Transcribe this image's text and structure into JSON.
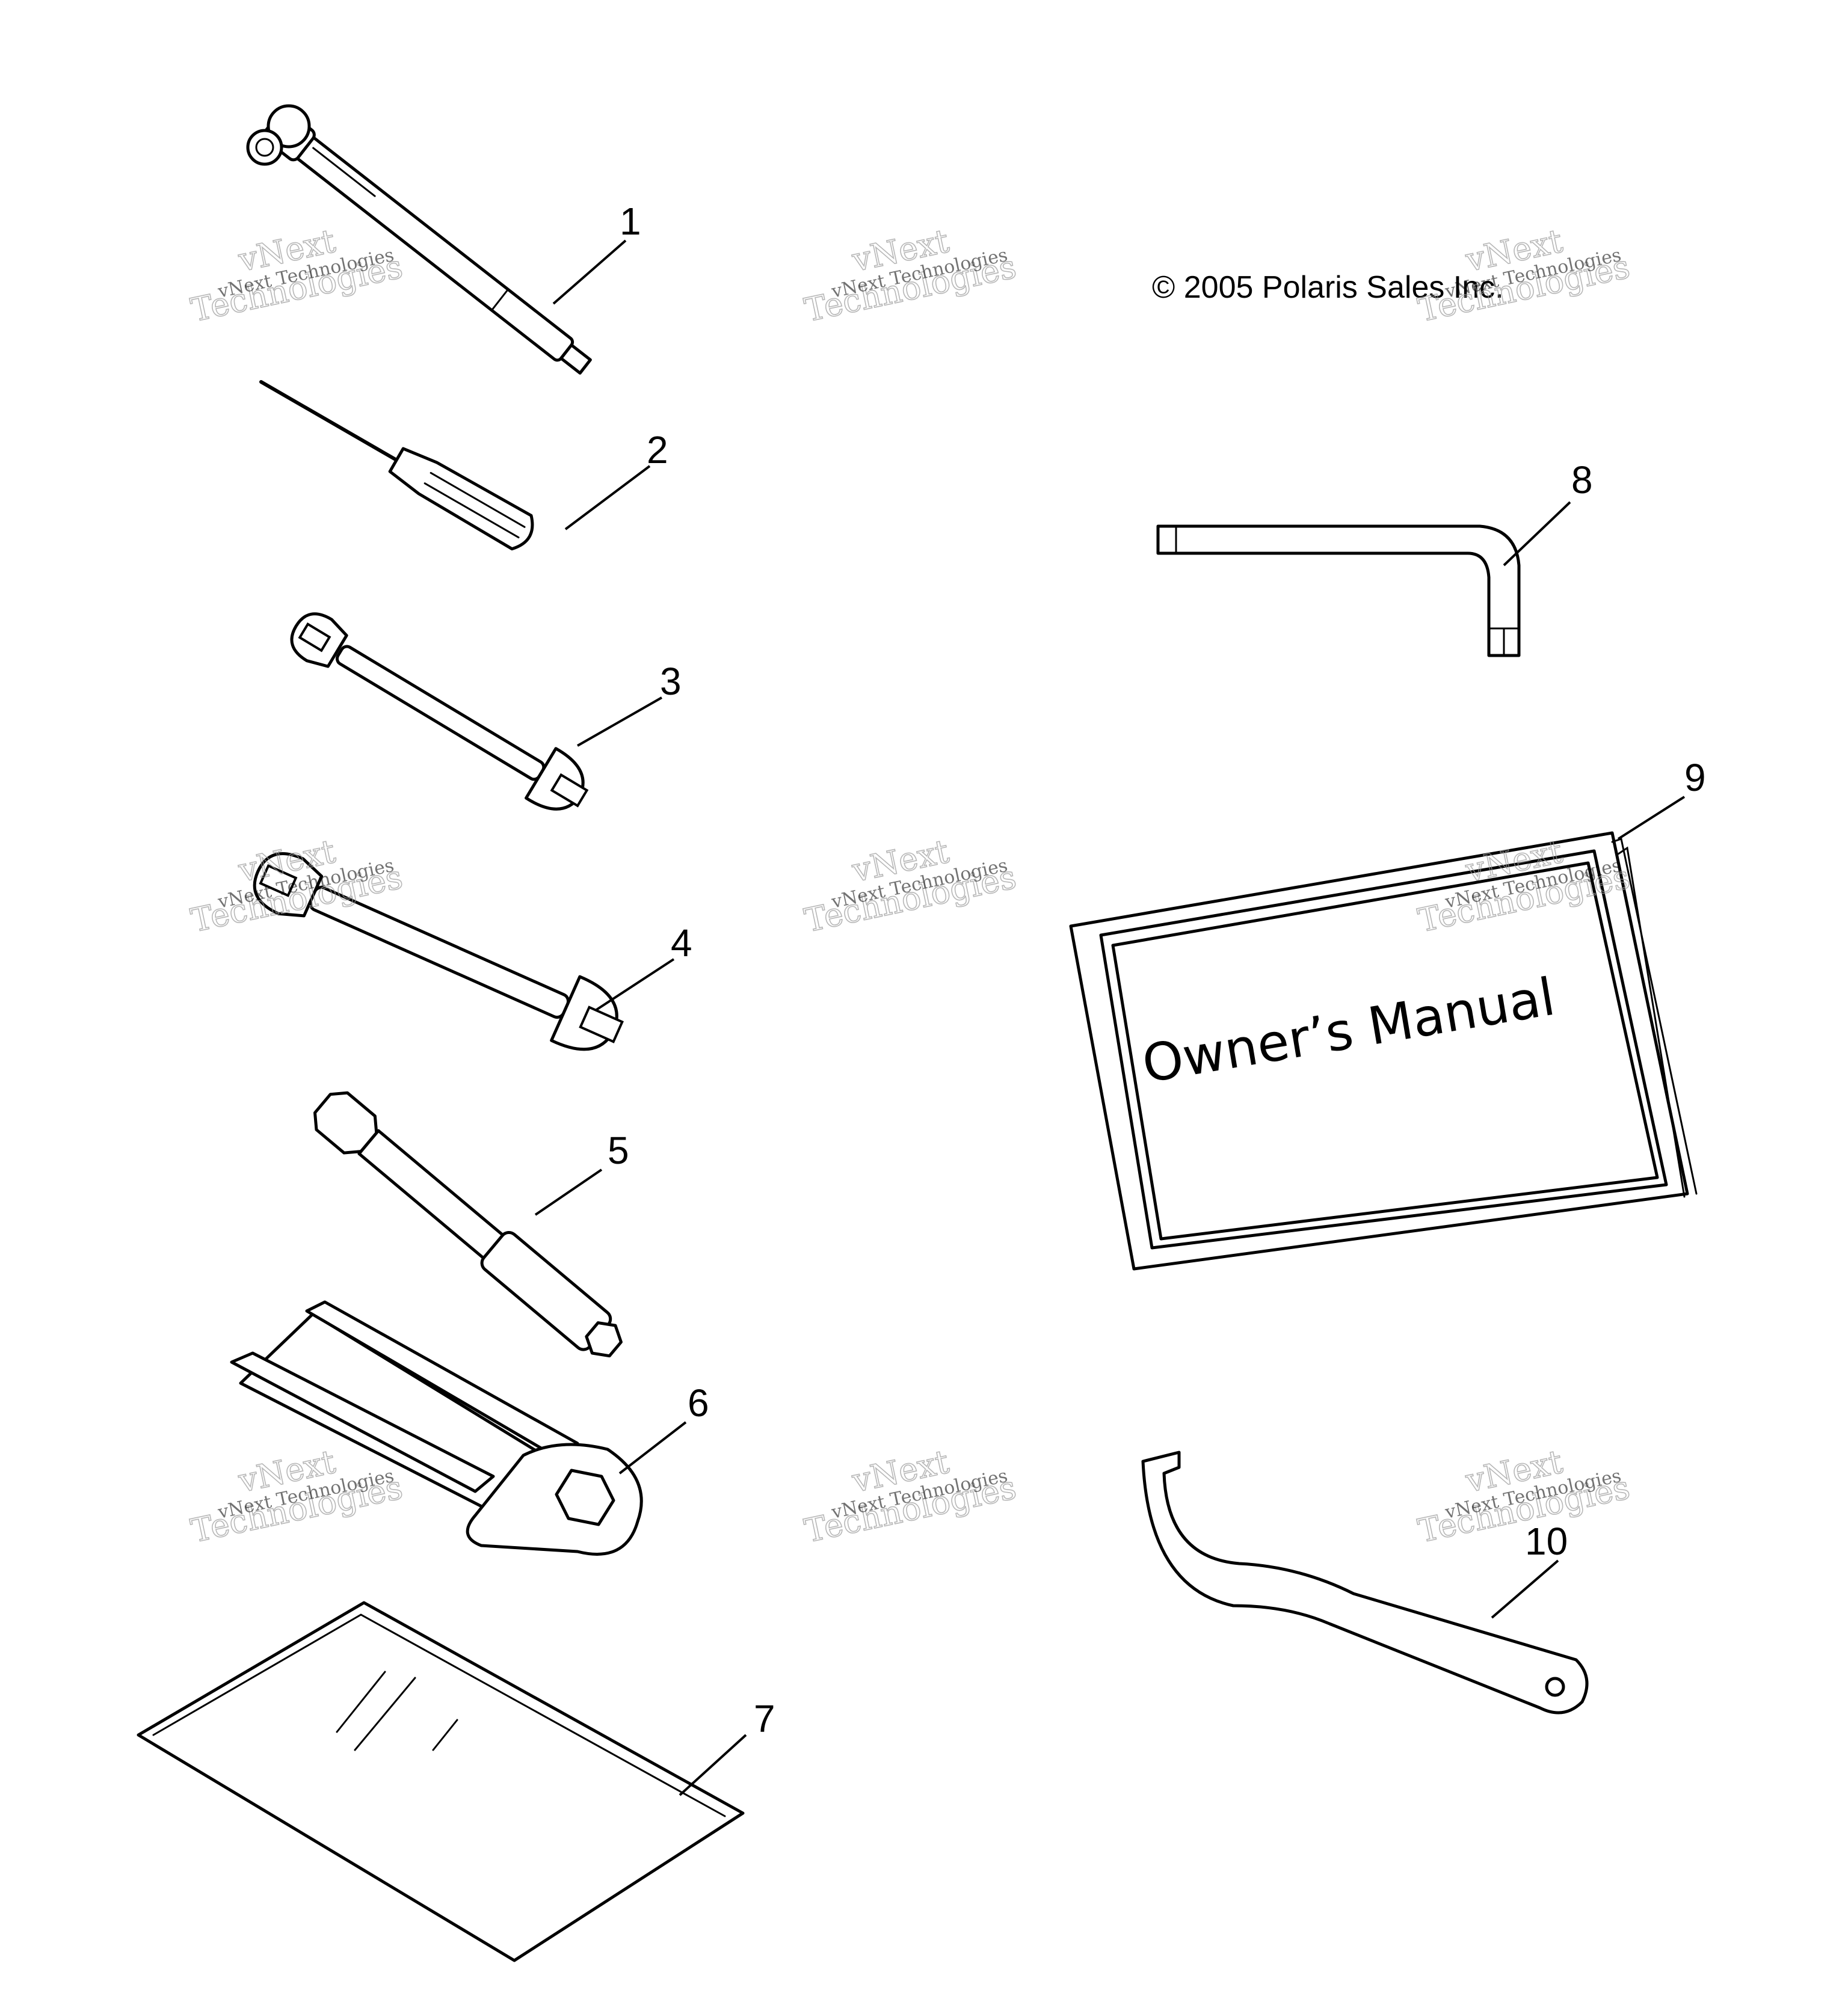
{
  "copyright": "© 2005 Polaris Sales Inc.",
  "manual_cover_title": "Owner’s Manual",
  "callouts": [
    "1",
    "2",
    "3",
    "4",
    "5",
    "6",
    "7",
    "8",
    "9",
    "10"
  ],
  "watermark": {
    "small": "vNext Technologies",
    "big_top": "vNext",
    "big_bottom": "Technologies"
  }
}
